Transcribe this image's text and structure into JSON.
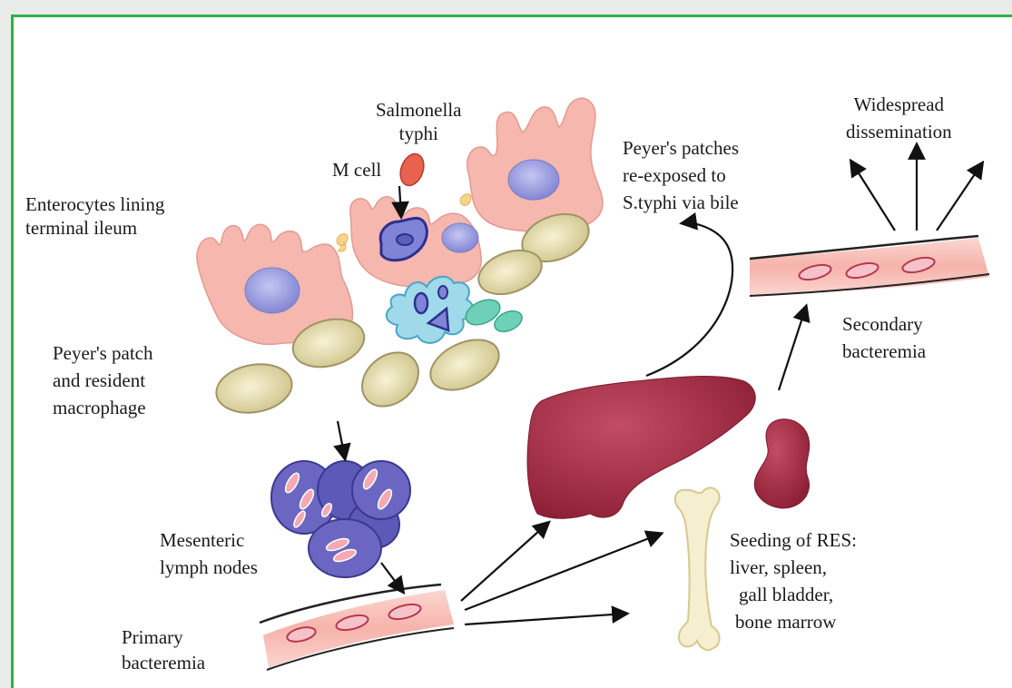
{
  "labels": {
    "salmonella": [
      "Salmonella",
      "typhi"
    ],
    "m_cell": "M cell",
    "enterocytes": [
      "Enterocytes lining",
      "terminal ileum"
    ],
    "peyers_patch": [
      "Peyer's patch",
      "and resident",
      "macrophage"
    ],
    "mesenteric": [
      "Mesenteric",
      "lymph nodes"
    ],
    "primary": [
      "Primary",
      "bacteremia"
    ],
    "reexposed": [
      "Peyer's patches",
      "re-exposed to",
      "S.typhi via bile"
    ],
    "widespread": [
      "Widespread",
      "dissemination"
    ],
    "secondary": [
      "Secondary",
      "bacteremia"
    ],
    "seeding": [
      "Seeding of RES:",
      "liver, spleen,",
      "gall bladder,",
      "bone marrow"
    ]
  },
  "colors": {
    "frame_border": "#2db24a",
    "enterocyte": "#f6b5ad",
    "nucleus": "#9d9fe0",
    "patch_cell": "#e5dcae",
    "lymph_node": "#5d59b8",
    "liver": "#a83149",
    "bone": "#f5eed0",
    "vessel": "#f3b6b0",
    "bacterium": "#e25f4f"
  }
}
